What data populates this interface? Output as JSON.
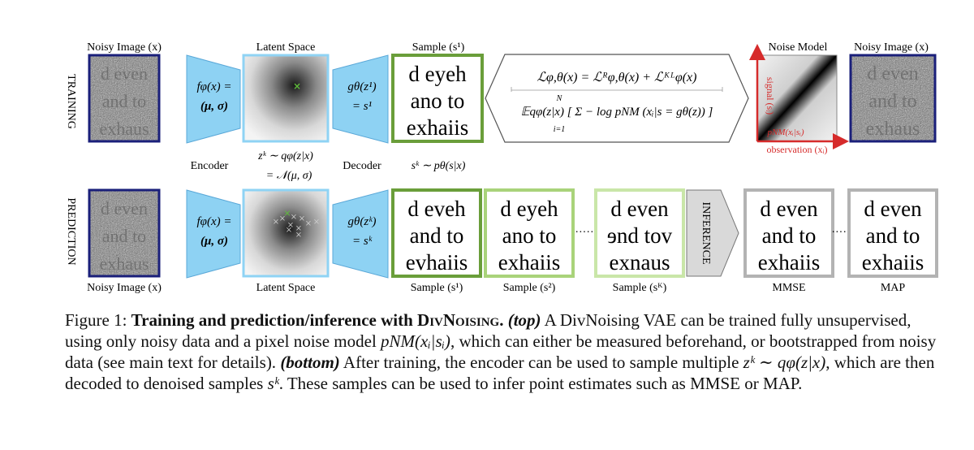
{
  "labels": {
    "top_noisy": "Noisy Image (x)",
    "top_latent": "Latent Space",
    "top_sample": "Sample (s¹)",
    "noise_model": "Noise Model",
    "top_noisy_right": "Noisy Image (x)",
    "training": "TRAINING",
    "prediction": "PREDICTION",
    "encoder": "Encoder",
    "decoder": "Decoder",
    "zk_line1": "zᵏ ∼ qφ(z|x)",
    "zk_line2": "= 𝒩(μ, σ)",
    "sk_dist": "sᵏ ∼ pθ(s|x)",
    "signal_axis": "signal (sᵢ)",
    "observation_axis": "observation (xᵢ)",
    "pnm_label": "pNM(xᵢ|sᵢ)",
    "inference": "INFERENCE",
    "bottom_noisy": "Noisy Image (x)",
    "bottom_latent": "Latent Space",
    "bottom_s1": "Sample (s¹)",
    "bottom_s2": "Sample (s²)",
    "bottom_sk": "Sample (sᴷ)",
    "mmse": "MMSE",
    "map": "MAP",
    "dots": "·····"
  },
  "encoder": {
    "line1": "fφ(x) =",
    "line2": "(μ, σ)"
  },
  "decoder_top": {
    "line1": "gθ(z¹)",
    "line2": "= s¹"
  },
  "decoder_bottom": {
    "line1": "gθ(zᵏ)",
    "line2": "= sᵏ"
  },
  "loss": {
    "line1": "ℒφ,θ(x) = ℒᴿφ,θ(x) + ℒᴷᴸφ(x)",
    "line2": "𝔼qφ(z|x) [ Σ − log pNM (xᵢ|s = gθ(z)) ]",
    "sum_top": "N",
    "sum_bottom": "i=1"
  },
  "samples": {
    "top_s1": [
      "d eyeh",
      "ano to",
      "exhaiis"
    ],
    "bottom_s1": [
      "d eveh",
      "and to",
      "evhaiis"
    ],
    "bottom_s2": [
      "d eyeh",
      "ano to",
      "exhaiis"
    ],
    "bottom_sk": [
      "d even",
      "ɘnd tov",
      "exnaus"
    ],
    "mmse": [
      "d even",
      "and to",
      "exhaiis"
    ],
    "map": [
      "d even",
      "and to",
      "exhaiis"
    ],
    "noisy": [
      "d even",
      "and to",
      "exhaus"
    ]
  },
  "caption": {
    "fig": "Figure 1: ",
    "title_a": "Training and prediction/inference with ",
    "title_b": "DivNoising.",
    "top_tag": "(top)",
    "text1": " A DivNoising VAE can be trained fully unsupervised, using only noisy data and a pixel noise model ",
    "pnm": "pNM(xᵢ|sᵢ)",
    "text2": ", which can either be measured beforehand, or bootstrapped from noisy data (see main text for details). ",
    "bottom_tag": "(bottom)",
    "text3": " After training, the encoder can be used to sample multiple ",
    "z": "zᵏ ∼ qφ(z|x)",
    "text4": ", which are then decoded to denoised samples ",
    "s": "sᵏ",
    "text5": ". These samples can be used to infer point estimates such as MMSE or MAP."
  },
  "colors": {
    "navy": "#1a1f7a",
    "skyblue": "#8fd3f4",
    "encoder_fill": "#8ed2f3",
    "green_dark": "#6a9e3a",
    "green_light": "#a9d37a",
    "green_lighter": "#c9e6a8",
    "gray_box": "#b3b3b3",
    "red_axis": "#d62b2b"
  }
}
